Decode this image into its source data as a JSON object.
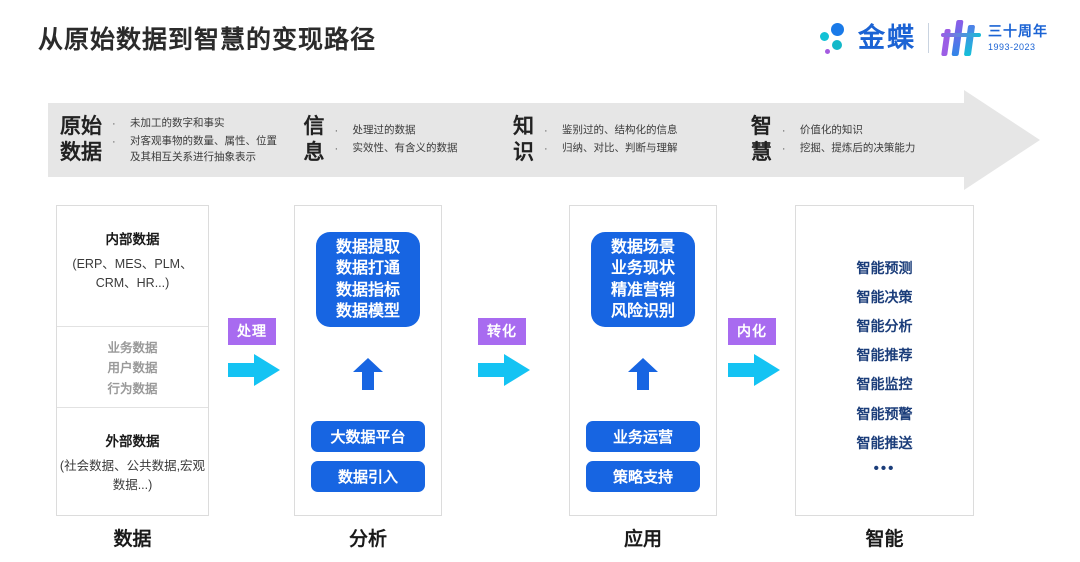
{
  "header": {
    "title": "从原始数据到智慧的变现路径",
    "logo": {
      "brand": "金蝶",
      "anniversary_cn": "三十周年",
      "anniversary_years": "1993-2023"
    }
  },
  "banner": {
    "segments": [
      {
        "title_line1": "原始",
        "title_line2": "数据",
        "bullets": [
          "未加工的数字和事实",
          "对客观事物的数量、属性、位置及其相互关系进行抽象表示"
        ]
      },
      {
        "title_line1": "信",
        "title_line2": "息",
        "bullets": [
          "处理过的数据",
          "实效性、有含义的数据"
        ]
      },
      {
        "title_line1": "知",
        "title_line2": "识",
        "bullets": [
          "鉴别过的、结构化的信息",
          "归纳、对比、判断与理解"
        ]
      },
      {
        "title_line1": "智",
        "title_line2": "慧",
        "bullets": [
          "价值化的知识",
          "挖掘、提炼后的决策能力"
        ]
      }
    ],
    "bullet_glyph": "·"
  },
  "columns": [
    {
      "label": "数据",
      "sections": {
        "internal_title": "内部数据",
        "internal_sub": "(ERP、MES、PLM、CRM、HR...)",
        "middle": [
          "业务数据",
          "用户数据",
          "行为数据"
        ],
        "external_title": "外部数据",
        "external_sub": "(社会数据、公共数据,宏观数据...)"
      }
    },
    {
      "label": "分析",
      "main_box": [
        "数据提取",
        "数据打通",
        "数据指标",
        "数据模型"
      ],
      "pills": [
        "大数据平台",
        "数据引入"
      ]
    },
    {
      "label": "应用",
      "main_box": [
        "数据场景",
        "业务现状",
        "精准营销",
        "风险识别"
      ],
      "pills": [
        "业务运营",
        "策略支持"
      ]
    },
    {
      "label": "智能",
      "items": [
        "智能预测",
        "智能决策",
        "智能分析",
        "智能推荐",
        "智能监控",
        "智能预警",
        "智能推送"
      ],
      "ellipsis": "•••"
    }
  ],
  "connectors": [
    {
      "badge": "处理"
    },
    {
      "badge": "转化"
    },
    {
      "badge": "内化"
    }
  ],
  "colors": {
    "brand_blue": "#1765e2",
    "accent_purple": "#a86bf0",
    "accent_cyan": "#14c3f3",
    "banner_gray": "#e6e6e6",
    "navy": "#1b3d7a"
  }
}
